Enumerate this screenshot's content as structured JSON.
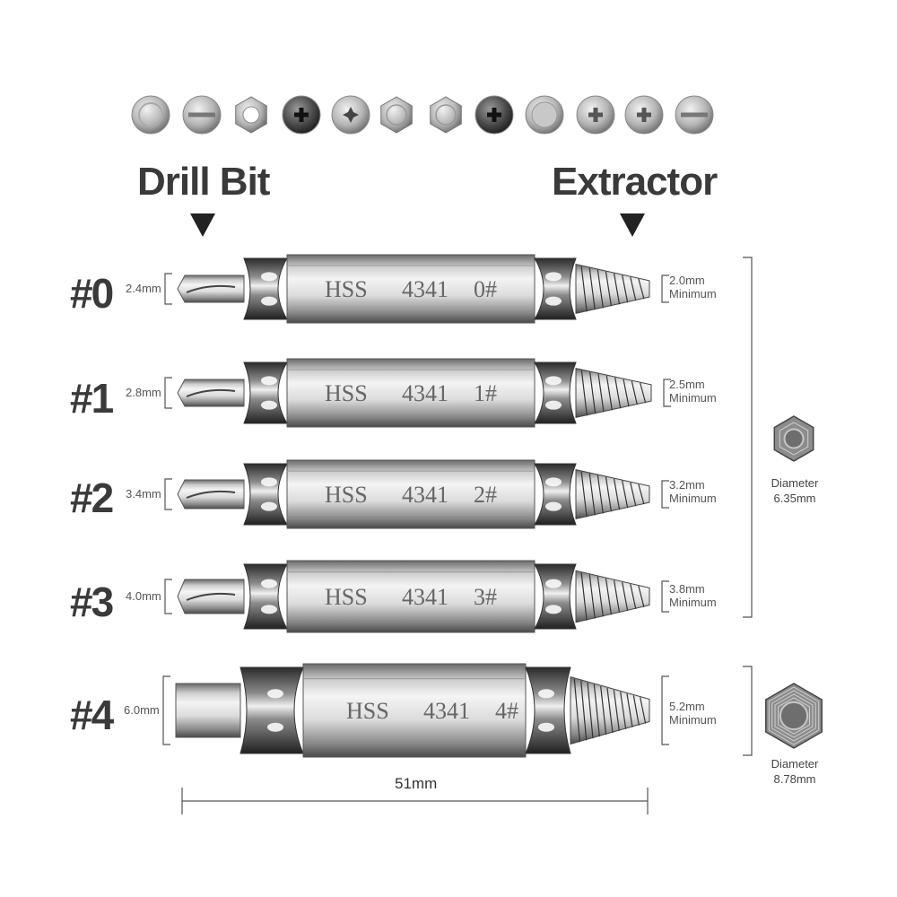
{
  "headings": {
    "drill": "Drill Bit",
    "extractor": "Extractor"
  },
  "screw_icons": [
    "round-head-icon",
    "slotted-screw-icon",
    "hex-nut-icon",
    "phillips-black-icon",
    "torx-screw-icon",
    "hex-bolt-icon",
    "hex-head-icon",
    "phillips-dark-icon",
    "flat-head-icon",
    "phillips-light-icon",
    "phillips-silver-icon",
    "slotted-light-icon"
  ],
  "bits": [
    {
      "label": "#0",
      "drill": "2.4mm",
      "engrave": [
        "HSS",
        "4341",
        "0#"
      ],
      "extract": "2.0mm",
      "min": "Minimum"
    },
    {
      "label": "#1",
      "drill": "2.8mm",
      "engrave": [
        "HSS",
        "4341",
        "1#"
      ],
      "extract": "2.5mm",
      "min": "Minimum"
    },
    {
      "label": "#2",
      "drill": "3.4mm",
      "engrave": [
        "HSS",
        "4341",
        "2#"
      ],
      "extract": "3.2mm",
      "min": "Minimum"
    },
    {
      "label": "#3",
      "drill": "4.0mm",
      "engrave": [
        "HSS",
        "4341",
        "3#"
      ],
      "extract": "3.8mm",
      "min": "Minimum"
    },
    {
      "label": "#4",
      "drill": "6.0mm",
      "engrave": [
        "HSS",
        "4341",
        "4#"
      ],
      "extract": "5.2mm",
      "min": "Minimum"
    }
  ],
  "hex_small": {
    "line1": "Diameter",
    "line2": "6.35mm"
  },
  "hex_large": {
    "line1": "Diameter",
    "line2": "8.78mm"
  },
  "length": "51mm"
}
